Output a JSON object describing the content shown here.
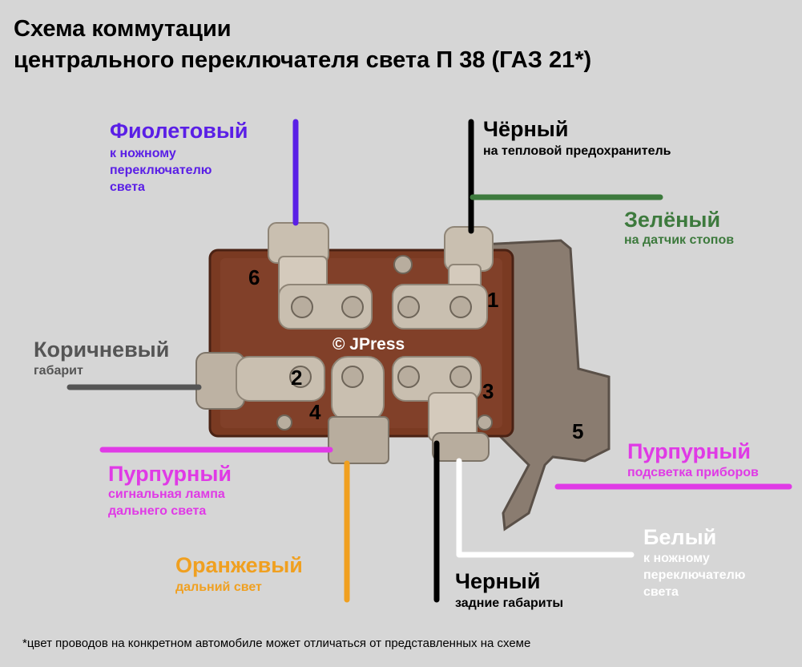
{
  "title": {
    "line1": "Схема коммутации",
    "line2": "центрального переключателя света П 38 (ГАЗ 21*)"
  },
  "colors": {
    "background": "#d6d6d6",
    "violet": "#5a1fe6",
    "black": "#000000",
    "green": "#3d7a3d",
    "brown_label": "#555555",
    "gray_wire": "#555555",
    "purple": "#e03ae6",
    "orange": "#f0a020",
    "white": "#ffffff",
    "switch_body": "#7a3a22",
    "terminal": "#c9bfb0"
  },
  "labels": {
    "violet": {
      "name": "Фиолетовый",
      "desc": "к ножному\nпереключателю\nсвета"
    },
    "black_top": {
      "name": "Чёрный",
      "desc": "на тепловой предохранитель"
    },
    "green": {
      "name": "Зелёный",
      "desc": "на датчик стопов"
    },
    "brown": {
      "name": "Коричневый",
      "desc": "габарит"
    },
    "purple_left": {
      "name": "Пурпурный",
      "desc": "сигнальная лампа\nдальнего света"
    },
    "purple_right": {
      "name": "Пурпурный",
      "desc": "подсветка приборов"
    },
    "orange": {
      "name": "Оранжевый",
      "desc": "дальний свет"
    },
    "white": {
      "name": "Белый",
      "desc": "к ножному\nпереключателю\nсвета"
    },
    "black_bottom": {
      "name": "Черный",
      "desc": "задние габариты"
    }
  },
  "pins": [
    "1",
    "2",
    "3",
    "4",
    "5",
    "6"
  ],
  "watermark": "© JPress",
  "footnote": "*цвет проводов на конкретном автомобиле может отличаться от представленных на схеме"
}
